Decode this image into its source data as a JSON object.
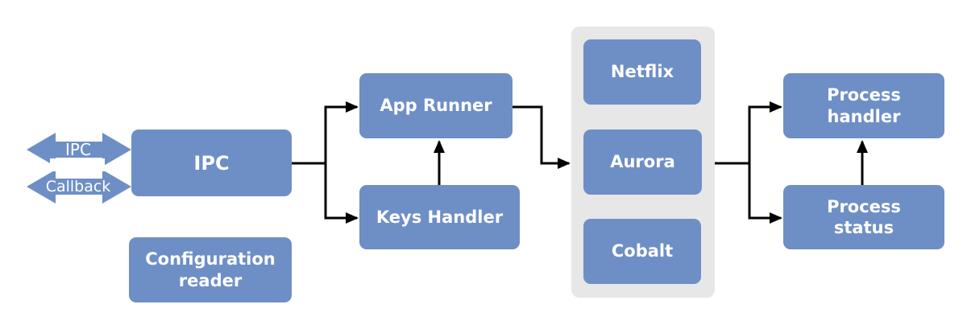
{
  "left_arrows": {
    "top_label": "IPC",
    "bottom_label": "Callback"
  },
  "nodes": {
    "ipc": "IPC",
    "config_reader": "Configuration reader",
    "app_runner": "App Runner",
    "keys_handler": "Keys Handler",
    "netflix": "Netflix",
    "aurora": "Aurora",
    "cobalt": "Cobalt",
    "process_handler": "Process handler",
    "process_status": "Process status"
  },
  "colors": {
    "node_fill": "#6e8fc6",
    "node_text": "#ffffff",
    "group_container_fill": "#e7e7e7",
    "connector": "#000000",
    "background": "#ffffff"
  }
}
